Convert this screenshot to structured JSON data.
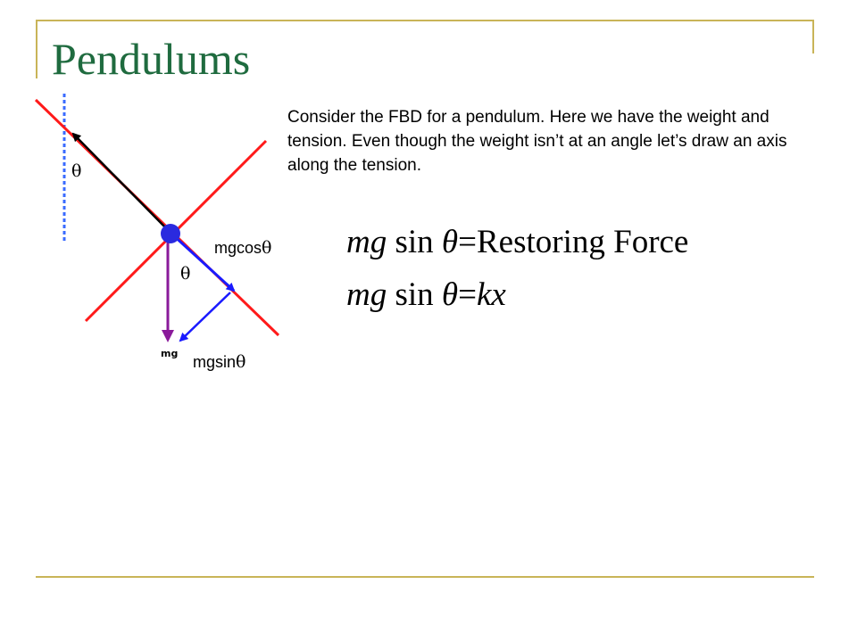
{
  "slide": {
    "title": "Pendulums",
    "body": "Consider the FBD for a pendulum. Here we have the weight and tension. Even though the weight isn’t at an angle let’s draw an axis along the tension.",
    "colors": {
      "title": "#1f6b3f",
      "frame": "#c9b458",
      "axis": "#ff1a1a",
      "weight": "#8a1a9a",
      "component": "#1a1aff",
      "vertical_reference": "#3a6bff",
      "bob": "#2a2adf",
      "tension": "#000000"
    }
  },
  "diagram": {
    "angle_label_top": "θ",
    "angle_label_center": "θ",
    "mgcos_prefix": "mgcos",
    "mgcos_symbol": "θ",
    "mgsin_prefix": "mgsin",
    "mgsin_symbol": "θ",
    "weight_label": "mg"
  },
  "equations": {
    "eq1_mg": "mg",
    "eq1_sin": "sin",
    "eq1_theta": "θ",
    "eq1_equals": "=",
    "eq1_rhs": "Restoring Force",
    "eq2_mg": "mg",
    "eq2_sin": "sin",
    "eq2_theta": "θ",
    "eq2_equals": "=",
    "eq2_rhs": "kx"
  }
}
